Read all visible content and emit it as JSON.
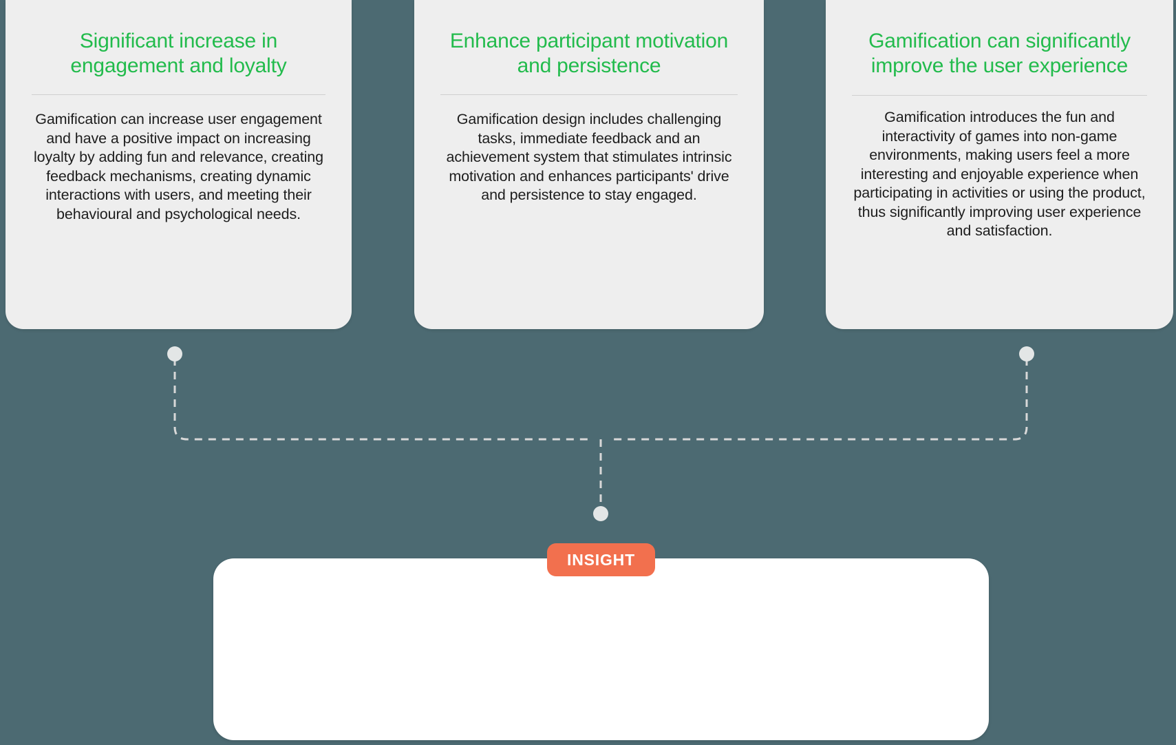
{
  "theme": {
    "background_color": "#4c6a72",
    "card_background": "#eeeeee",
    "title_color": "#22bb4c",
    "body_color": "#1d1d1d",
    "accent_color": "#f2704e",
    "panel_background": "#ffffff",
    "connector_color": "#d8d8d8"
  },
  "cards": [
    {
      "title": "Significant increase in engagement and loyalty",
      "body": "Gamification can increase user engagement and have a positive impact on increasing loyalty by adding fun and relevance, creating feedback mechanisms, creating dynamic interactions with users, and meeting their behavioural and psychological needs."
    },
    {
      "title": "Enhance participant motivation and persistence",
      "body": "Gamification design includes challenging tasks, immediate feedback and an achievement system that stimulates intrinsic motivation and enhances participants' drive and persistence to stay engaged."
    },
    {
      "title": "Gamification can significantly improve the user experience",
      "body": "Gamification introduces the fun and interactivity of games into non-game environments, making users feel a more interesting and enjoyable experience when participating in activities or using the product, thus significantly improving user experience and satisfaction."
    }
  ],
  "insight": {
    "badge_label": "INSIGHT",
    "body": ""
  },
  "connectors": {
    "left_node_icon": "circle-node-icon",
    "right_node_icon": "circle-node-icon",
    "center_node_icon": "circle-node-icon",
    "line_style": "dashed"
  }
}
